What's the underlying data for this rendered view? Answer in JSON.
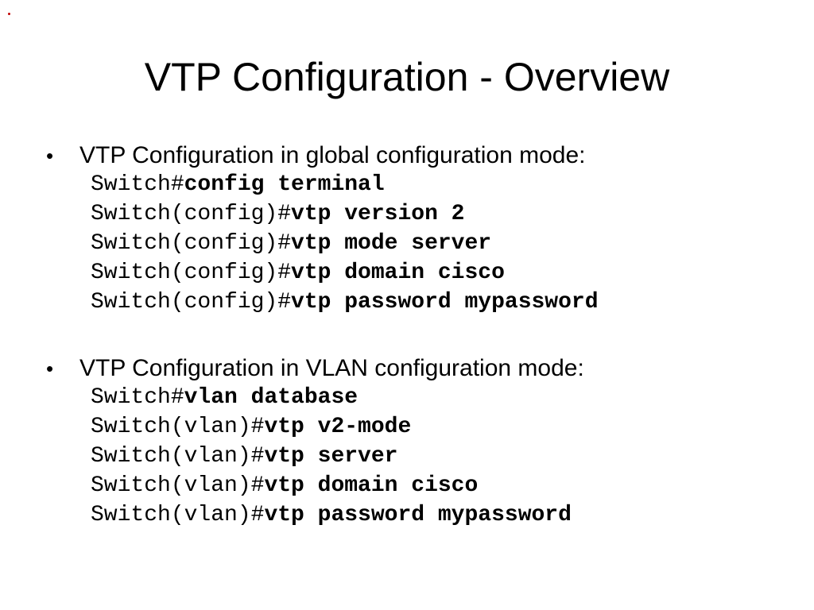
{
  "slide": {
    "title": "VTP Configuration - Overview",
    "sections": [
      {
        "bullet": "•",
        "heading": "VTP Configuration in global configuration mode:",
        "lines": [
          {
            "prompt": "Switch#",
            "command": "config terminal"
          },
          {
            "prompt": "Switch(config)#",
            "command": "vtp version 2"
          },
          {
            "prompt": "Switch(config)#",
            "command": "vtp mode server"
          },
          {
            "prompt": "Switch(config)#",
            "command": "vtp domain cisco"
          },
          {
            "prompt": "Switch(config)#",
            "command": "vtp password mypassword"
          }
        ]
      },
      {
        "bullet": "•",
        "heading": "VTP Configuration in VLAN configuration mode:",
        "lines": [
          {
            "prompt": "Switch#",
            "command": "vlan database"
          },
          {
            "prompt": "Switch(vlan)#",
            "command": "vtp v2-mode"
          },
          {
            "prompt": "Switch(vlan)#",
            "command": "vtp server"
          },
          {
            "prompt": "Switch(vlan)#",
            "command": "vtp domain cisco"
          },
          {
            "prompt": "Switch(vlan)#",
            "command": "vtp password mypassword"
          }
        ]
      }
    ]
  },
  "colors": {
    "marker": "#c00000",
    "text": "#000000",
    "background": "#ffffff"
  }
}
